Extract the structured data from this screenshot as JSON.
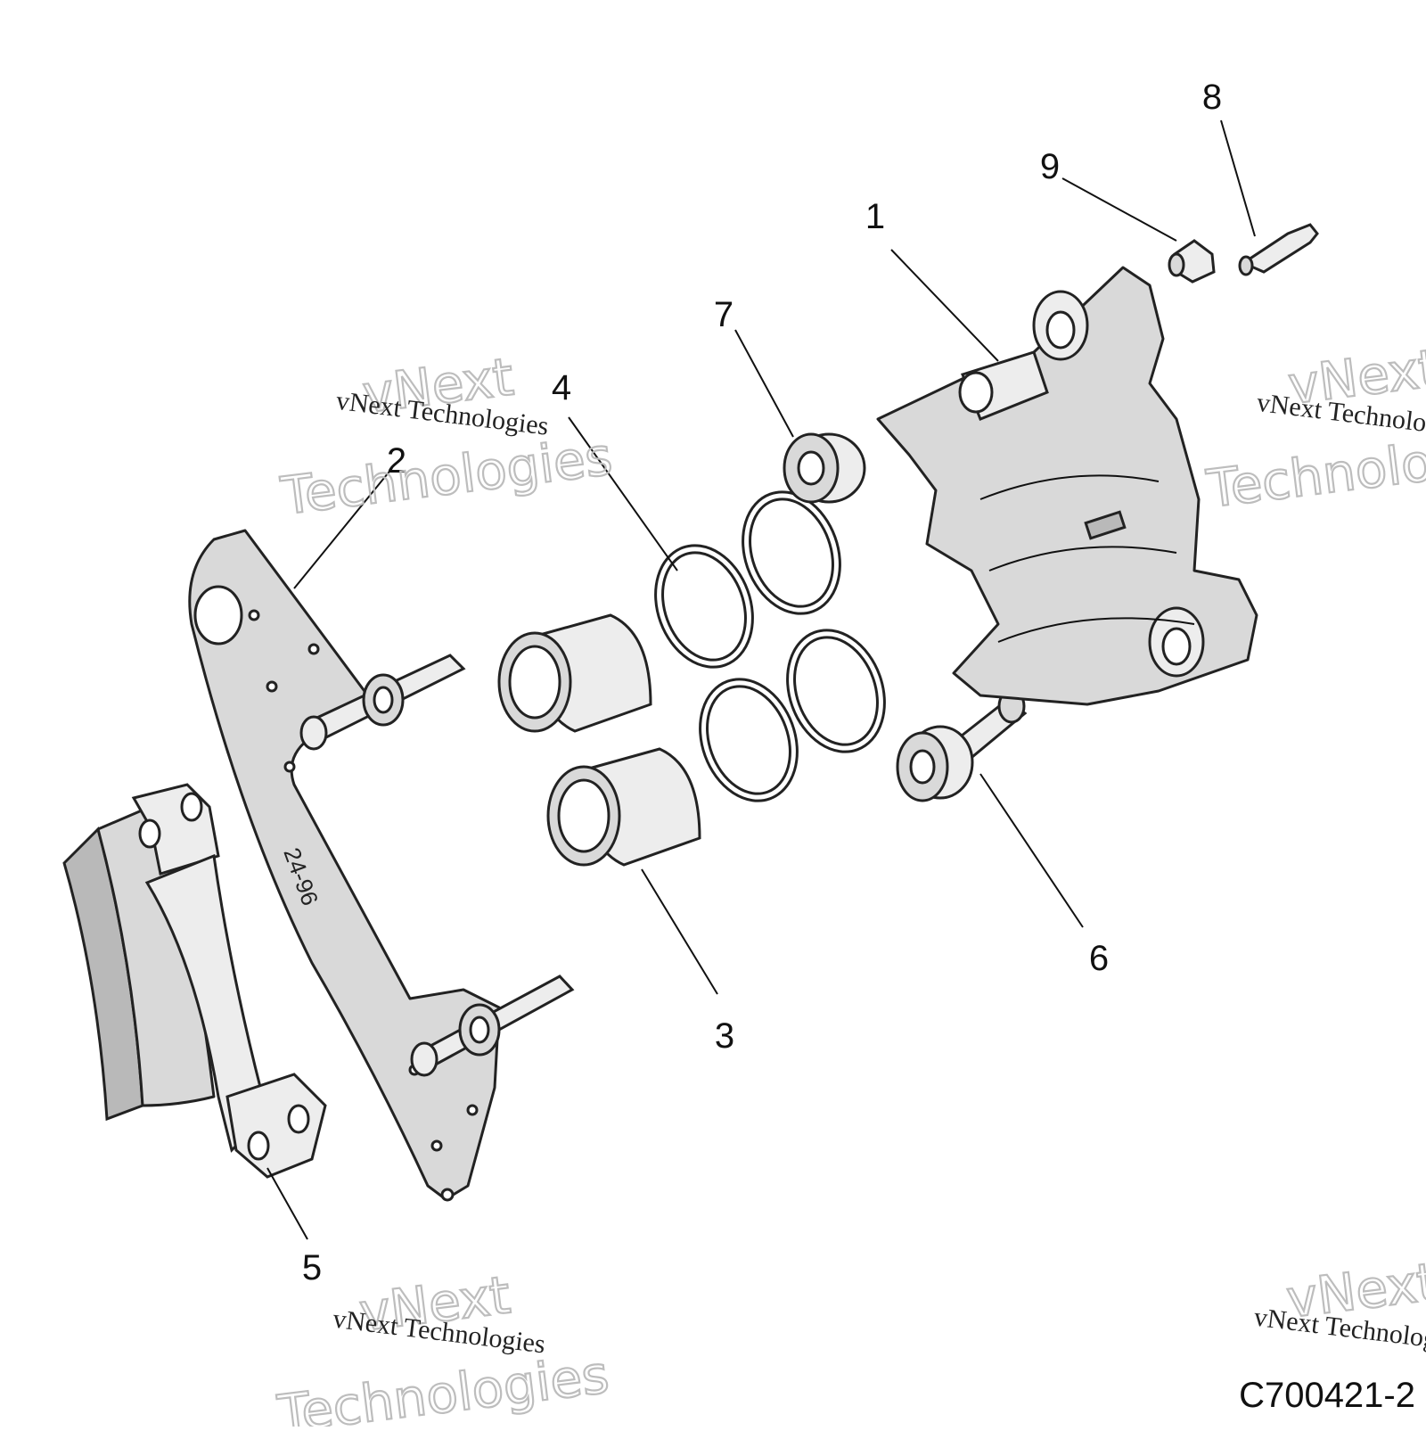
{
  "diagram": {
    "callouts": [
      {
        "id": "1",
        "label": "1"
      },
      {
        "id": "2",
        "label": "2"
      },
      {
        "id": "3",
        "label": "3"
      },
      {
        "id": "4",
        "label": "4"
      },
      {
        "id": "5",
        "label": "5"
      },
      {
        "id": "6",
        "label": "6"
      },
      {
        "id": "7",
        "label": "7"
      },
      {
        "id": "8",
        "label": "8"
      },
      {
        "id": "9",
        "label": "9"
      }
    ],
    "bracket_marking": "24-96",
    "drawing_code": "C700421-2",
    "watermark": {
      "line_serif": "vNext Technologies",
      "line_outline_1": "vNext",
      "line_outline_2": "Technologies"
    }
  }
}
